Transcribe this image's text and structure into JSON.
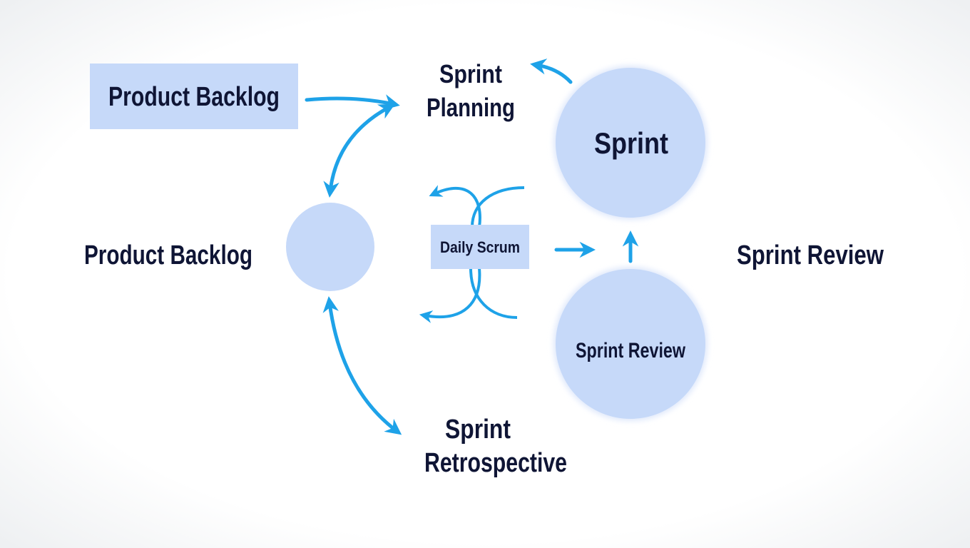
{
  "colors": {
    "node_fill": "#c6d9f9",
    "arrow": "#1ea2e8",
    "text": "#0f1535",
    "background": "#fbfcfd"
  },
  "nodes": {
    "backlog_box": "Product Backlog",
    "planning_line1": "Sprint",
    "planning_line2": "Planning",
    "sprint_circle": "Sprint",
    "backlog_label": "Product Backlog",
    "daily_scrum": "Daily Scrum",
    "review_label": "Sprint Review",
    "review_circle": "Sprint Review",
    "retro_line1": "Sprint",
    "retro_line2": "Retrospective"
  }
}
